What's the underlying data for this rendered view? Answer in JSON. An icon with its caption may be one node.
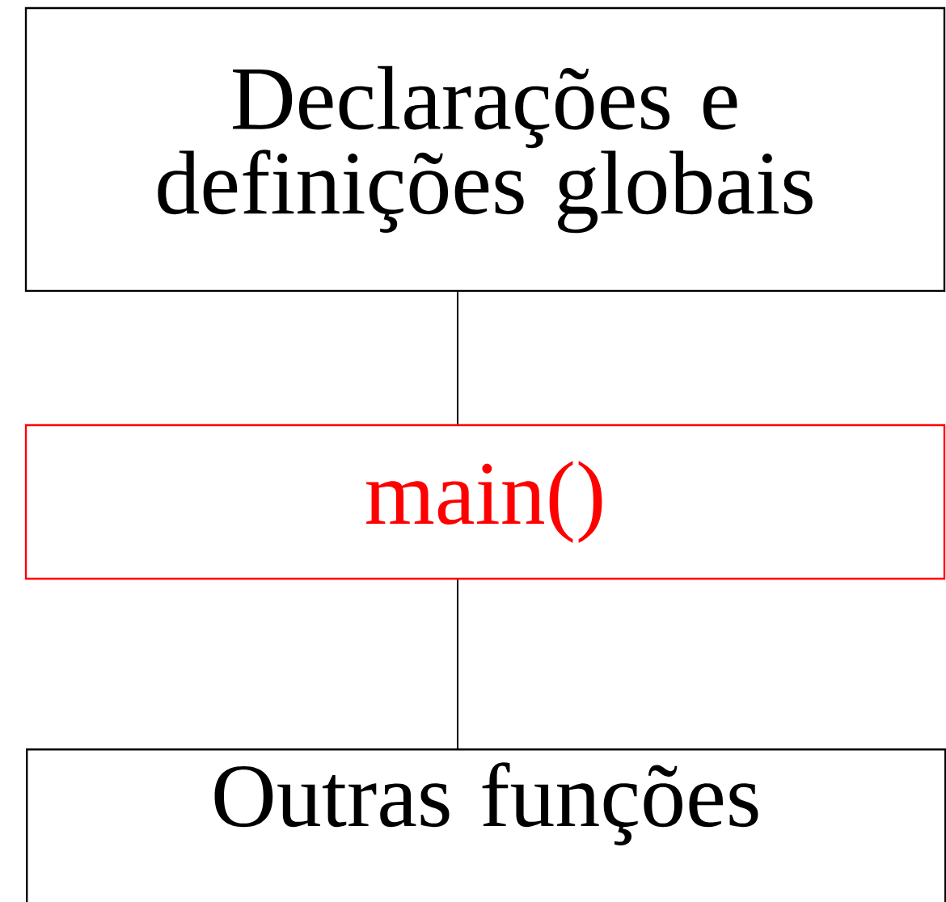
{
  "diagram": {
    "nodes": [
      {
        "text": [
          "Declarações e definições globais"
        ]
      },
      {
        "text": [
          "main()"
        ]
      },
      {
        "text": [
          "Outras funções"
        ]
      }
    ],
    "edges": [
      {
        "from": 0,
        "to": 1,
        "arrow": "none"
      },
      {
        "from": 1,
        "to": 2,
        "arrow": "none"
      }
    ]
  }
}
